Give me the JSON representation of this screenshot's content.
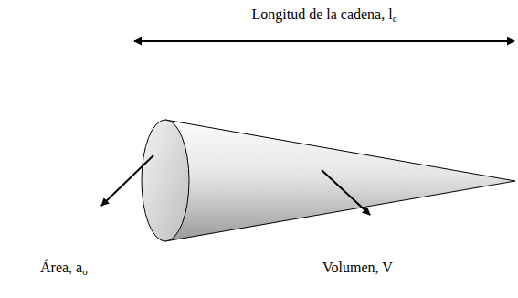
{
  "diagram": {
    "labels": [
      "Longitud de la cadena, lc",
      "Área, ao",
      "Volumen, V"
    ]
  }
}
